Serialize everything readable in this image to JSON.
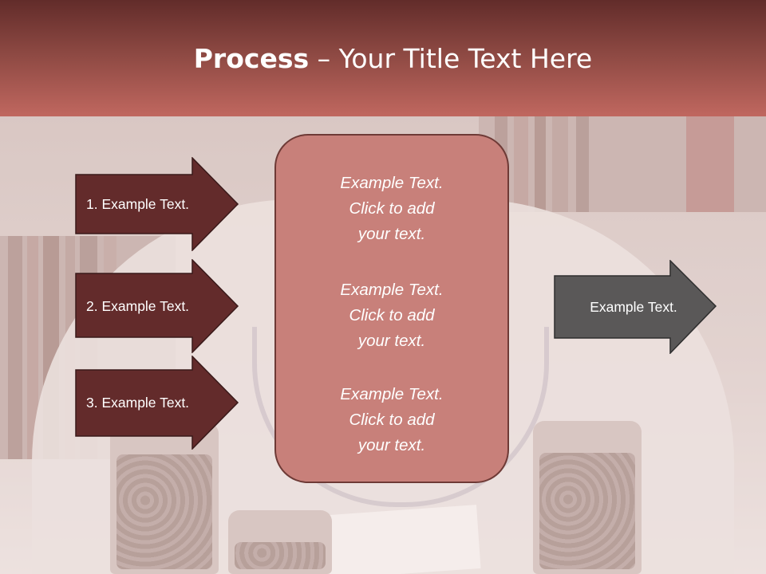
{
  "title": {
    "bold": "Process",
    "rest": " – Your Title Text Here"
  },
  "left_arrows": [
    {
      "label": "1. Example Text."
    },
    {
      "label": "2. Example Text."
    },
    {
      "label": "3. Example Text."
    }
  ],
  "center_box": {
    "items": [
      "Example Text.\nClick  to add\nyour text.",
      "Example Text.\nClick  to add\nyour text.",
      "Example Text.\nClick  to add\nyour text."
    ]
  },
  "right_arrow": {
    "label": "Example Text."
  },
  "colors": {
    "title_band_top": "#622c2a",
    "title_band_bottom": "#c0675f",
    "left_arrow_fill": "#632b2b",
    "center_box_fill": "#c8807a",
    "right_arrow_fill": "#5a5858"
  }
}
